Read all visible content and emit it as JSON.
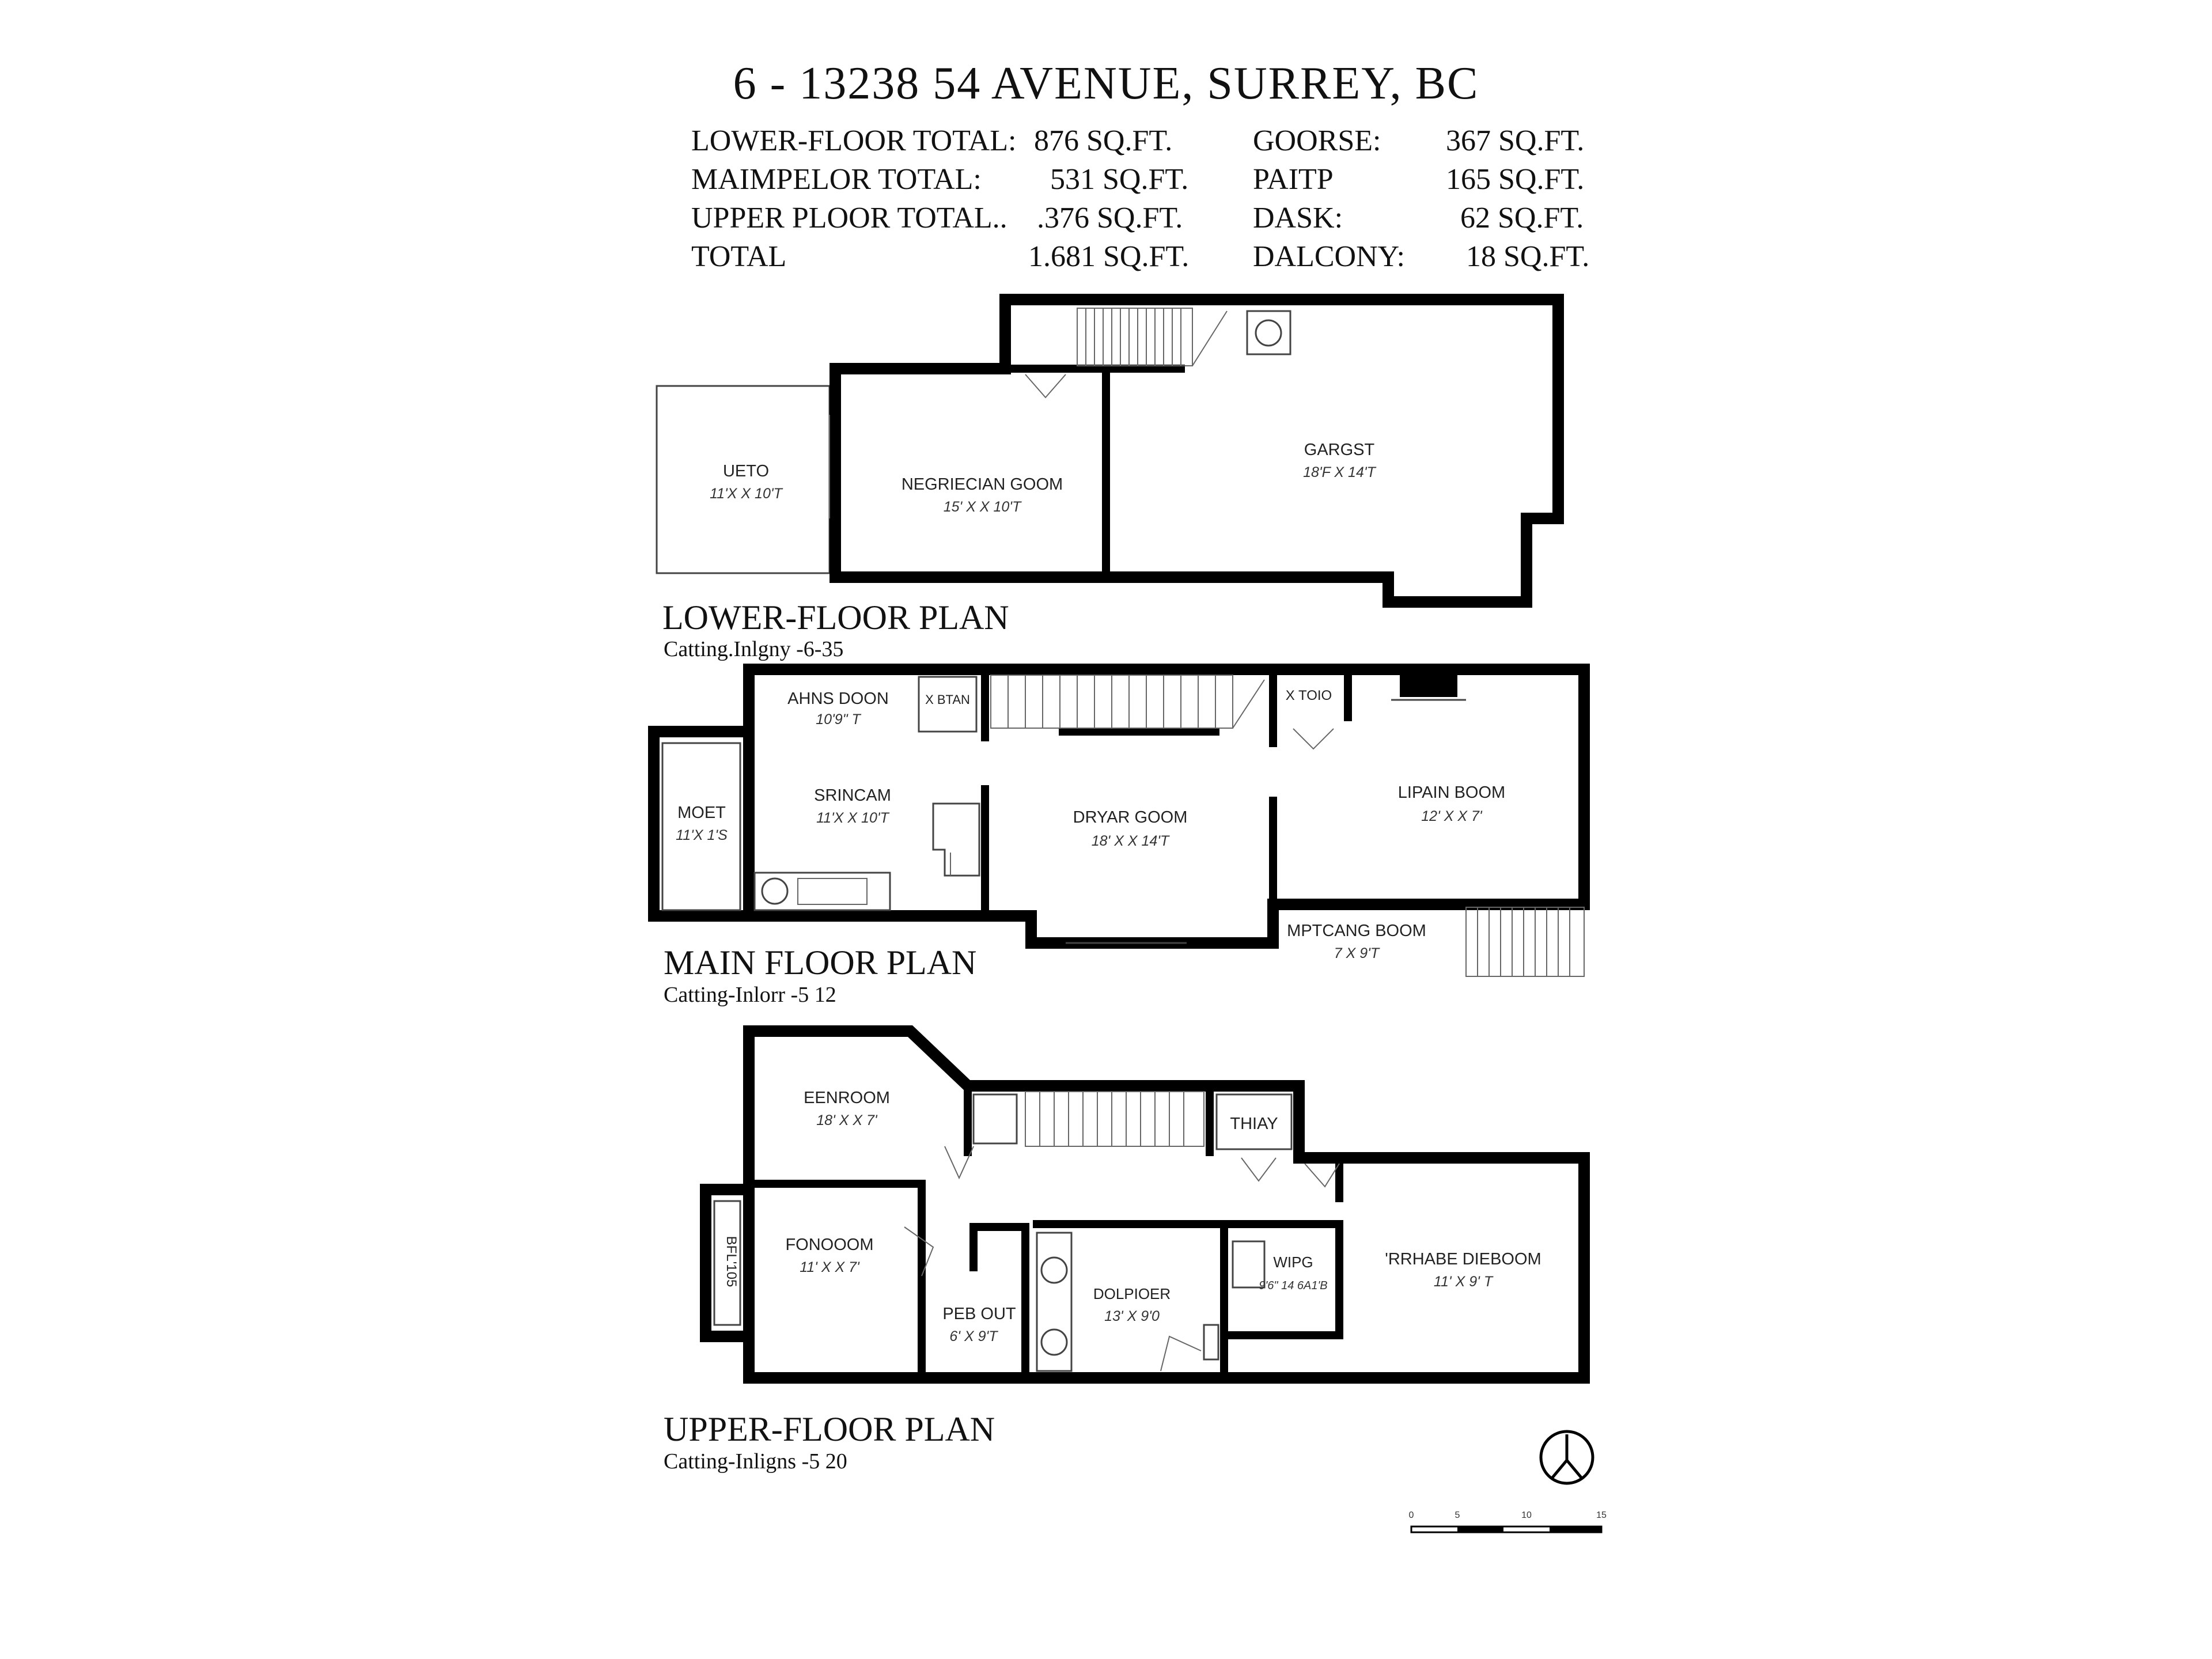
{
  "title": "6 - 13238 54 AVENUE, SURREY, BC",
  "areas": [
    {
      "label": "LOWER-FLOOR TOTAL:",
      "value": "876 SQ.FT.",
      "label2": "GOORSE:",
      "value2": "367 SQ.FT."
    },
    {
      "label": "MAIMPELOR TOTAL:",
      "value": "531 SQ.FT.",
      "label2": "PAITP",
      "value2": "165 SQ.FT."
    },
    {
      "label": "UPPER PLOOR TOTAL..",
      "value": ".376 SQ.FT.",
      "label2": "DASK:",
      "value2": "62 SQ.FT."
    },
    {
      "label": "TOTAL",
      "value": "1.681 SQ.FT.",
      "label2": "DALCONY:",
      "value2": "18 SQ.FT."
    }
  ],
  "plans": {
    "lower": {
      "title": "LOWER-FLOOR PLAN",
      "subtitle": "Catting.Inlgny -6-35"
    },
    "main": {
      "title": "MAIN FLOOR PLAN",
      "subtitle": "Catting-Inlorr -5 12"
    },
    "upper": {
      "title": "UPPER-FLOOR PLAN",
      "subtitle": "Catting-Inligns -5 20"
    }
  },
  "rooms": {
    "lower_patio": {
      "name": "UETO",
      "dim": "11'X X 10'T"
    },
    "lower_rec": {
      "name": "NEGRIECIAN GOOM",
      "dim": "15' X X 10'T"
    },
    "lower_garage": {
      "name": "GARGST",
      "dim": "18'F X 14'T"
    },
    "main_ahns": {
      "name": "AHNS DOON",
      "dim": "10'9\" T"
    },
    "main_xbtan": {
      "name": "X BTAN",
      "dim": ""
    },
    "main_moet": {
      "name": "MOET",
      "dim": "11'X 1'S"
    },
    "main_srincam": {
      "name": "SRINCAM",
      "dim": "11'X X 10'T"
    },
    "main_dryar": {
      "name": "DRYAR GOOM",
      "dim": "18' X X 14'T"
    },
    "main_lipain": {
      "name": "LIPAIN BOOM",
      "dim": "12' X X 7'"
    },
    "main_xtoio": {
      "name": "X TOIO",
      "dim": ""
    },
    "main_mptcang": {
      "name": "MPTCANG BOOM",
      "dim": "7 X 9'T"
    },
    "upper_eenroom": {
      "name": "EENROOM",
      "dim": "18' X X 7'"
    },
    "upper_thiay": {
      "name": "THIAY",
      "dim": ""
    },
    "upper_fonooom": {
      "name": "FONOOOM",
      "dim": "11' X X 7'"
    },
    "upper_bay": {
      "name": "BFL'105",
      "dim": ""
    },
    "upper_pebout": {
      "name": "PEB OUT",
      "dim": "6' X 9'T"
    },
    "upper_dolpioer": {
      "name": "DOLPIOER",
      "dim": "13' X 9'0"
    },
    "upper_wipg": {
      "name": "WIPG",
      "dim": "9'6\" 14 6A1'B"
    },
    "upper_master": {
      "name": "'RRHABE DIEBOOM",
      "dim": "11' X 9' T"
    }
  },
  "scale": {
    "ticks": [
      "0",
      "5",
      "10",
      "15"
    ]
  }
}
